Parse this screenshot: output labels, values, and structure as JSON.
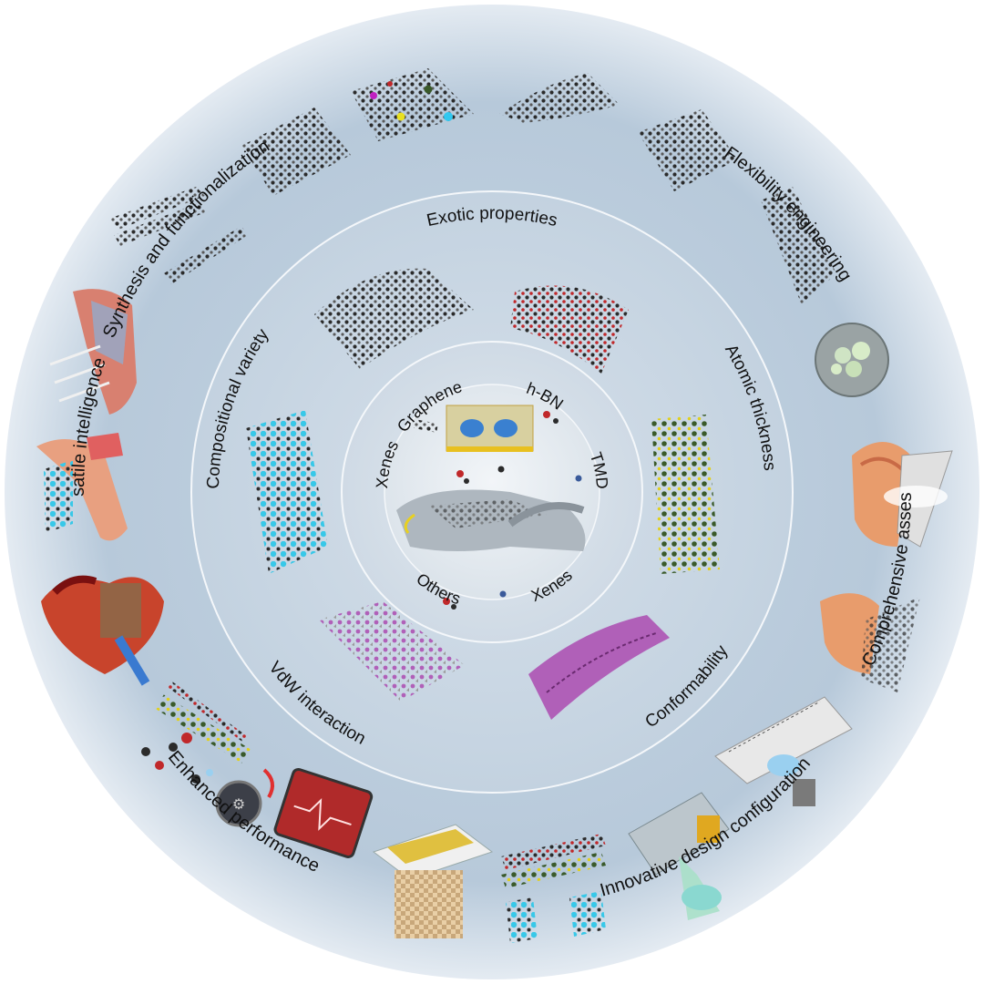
{
  "outer_ring": {
    "synthesis": "Synthesis and functionalization",
    "flexibility": "Flexibility engineering",
    "assessment": "Comprehensive assessment",
    "design": "Innovative design configuration",
    "performance": "Enhanced performance",
    "intelligence": "Versatile intelligence"
  },
  "middle_ring": {
    "exotic": "Exotic properties",
    "atomic": "Atomic thickness",
    "conformability": "Conformability",
    "vdw": "VdW interaction",
    "compositional": "Compositional variety"
  },
  "inner_ring": {
    "graphene": "Graphene",
    "hbn": "h-BN",
    "tmds": "TMDs",
    "xenes": "Xenes",
    "others": "Others",
    "mxenes": "MXenes"
  },
  "colors": {
    "outer_bg": "#b9cadb",
    "mid_bg": "#cbd7e3",
    "inner_bg": "#d9e2ea",
    "core_bg": "#e6ecf1",
    "ring_line": "#f4f7fa",
    "atom_dark": "#2b2b2b",
    "atom_red": "#c0282a",
    "atom_cyan": "#38c8e8",
    "atom_yellow": "#e0d020",
    "atom_purple": "#b060b8",
    "atom_green": "#3a5a2a"
  },
  "icons": [
    "lattice-icon",
    "defect-lattice-icon",
    "layered-sheets-icon",
    "curved-lattice-icon",
    "tissue-sphere-icon",
    "skin-sensor-icon",
    "laser-printing-icon",
    "vdw-stack-icon",
    "mesh-patch-icon",
    "phone-ecg-icon",
    "chip-icon",
    "molecule-icon",
    "heart-icon",
    "arm-icon",
    "leg-icon",
    "robot-hand-icon",
    "device-stack-icon"
  ]
}
